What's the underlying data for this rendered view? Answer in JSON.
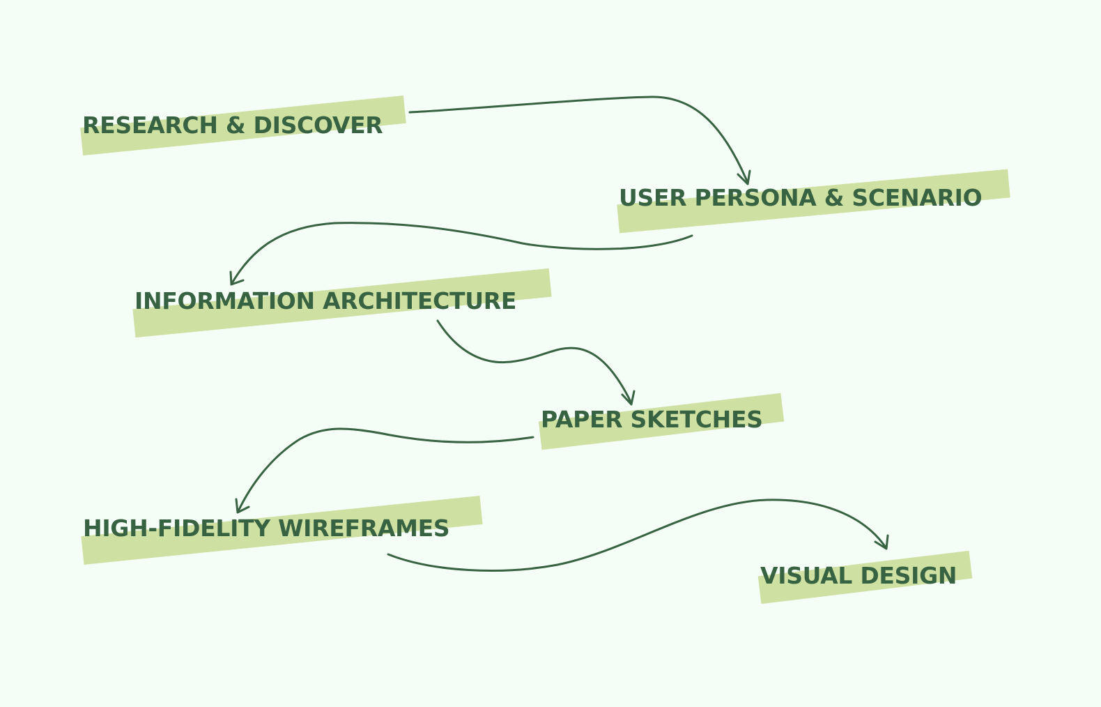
{
  "steps": [
    {
      "label": "RESEARCH & DISCOVER"
    },
    {
      "label": "USER PERSONA & SCENARIO"
    },
    {
      "label": "INFORMATION ARCHITECTURE"
    },
    {
      "label": "PAPER SKETCHES"
    },
    {
      "label": "HIGH-FIDELITY WIREFRAMES"
    },
    {
      "label": "VISUAL DESIGN"
    }
  ],
  "colors": {
    "background": "#f4fef7",
    "highlight": "#cfe0a3",
    "text": "#386342",
    "arrow": "#386342"
  }
}
